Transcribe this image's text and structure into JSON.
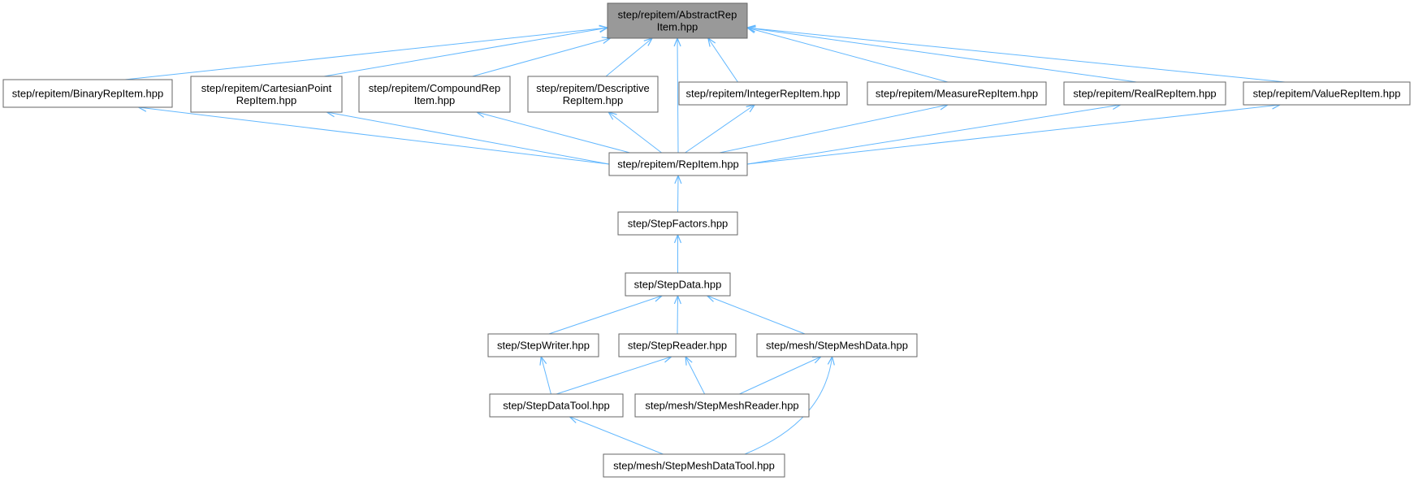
{
  "nodes": [
    {
      "id": "abstract",
      "lines": [
        "step/repitem/AbstractRep",
        "Item.hpp"
      ],
      "highlighted": true
    },
    {
      "id": "binary",
      "lines": [
        "step/repitem/BinaryRepItem.hpp"
      ]
    },
    {
      "id": "cartesian",
      "lines": [
        "step/repitem/CartesianPoint",
        "RepItem.hpp"
      ]
    },
    {
      "id": "compound",
      "lines": [
        "step/repitem/CompoundRep",
        "Item.hpp"
      ]
    },
    {
      "id": "descriptive",
      "lines": [
        "step/repitem/Descriptive",
        "RepItem.hpp"
      ]
    },
    {
      "id": "integer",
      "lines": [
        "step/repitem/IntegerRepItem.hpp"
      ]
    },
    {
      "id": "measure",
      "lines": [
        "step/repitem/MeasureRepItem.hpp"
      ]
    },
    {
      "id": "real",
      "lines": [
        "step/repitem/RealRepItem.hpp"
      ]
    },
    {
      "id": "value",
      "lines": [
        "step/repitem/ValueRepItem.hpp"
      ]
    },
    {
      "id": "repitem",
      "lines": [
        "step/repitem/RepItem.hpp"
      ]
    },
    {
      "id": "factors",
      "lines": [
        "step/StepFactors.hpp"
      ]
    },
    {
      "id": "stepdata",
      "lines": [
        "step/StepData.hpp"
      ]
    },
    {
      "id": "writer",
      "lines": [
        "step/StepWriter.hpp"
      ]
    },
    {
      "id": "reader",
      "lines": [
        "step/StepReader.hpp"
      ]
    },
    {
      "id": "meshdata",
      "lines": [
        "step/mesh/StepMeshData.hpp"
      ]
    },
    {
      "id": "datatool",
      "lines": [
        "step/StepDataTool.hpp"
      ]
    },
    {
      "id": "meshreader",
      "lines": [
        "step/mesh/StepMeshReader.hpp"
      ]
    },
    {
      "id": "meshdatatool",
      "lines": [
        "step/mesh/StepMeshDataTool.hpp"
      ]
    }
  ],
  "edges": [
    {
      "from": "binary",
      "to": "abstract"
    },
    {
      "from": "cartesian",
      "to": "abstract"
    },
    {
      "from": "compound",
      "to": "abstract"
    },
    {
      "from": "descriptive",
      "to": "abstract"
    },
    {
      "from": "integer",
      "to": "abstract"
    },
    {
      "from": "measure",
      "to": "abstract"
    },
    {
      "from": "real",
      "to": "abstract"
    },
    {
      "from": "value",
      "to": "abstract"
    },
    {
      "from": "repitem",
      "to": "abstract"
    },
    {
      "from": "repitem",
      "to": "binary"
    },
    {
      "from": "repitem",
      "to": "cartesian"
    },
    {
      "from": "repitem",
      "to": "compound"
    },
    {
      "from": "repitem",
      "to": "descriptive"
    },
    {
      "from": "repitem",
      "to": "integer"
    },
    {
      "from": "repitem",
      "to": "measure"
    },
    {
      "from": "repitem",
      "to": "real"
    },
    {
      "from": "repitem",
      "to": "value"
    },
    {
      "from": "factors",
      "to": "repitem"
    },
    {
      "from": "stepdata",
      "to": "factors"
    },
    {
      "from": "writer",
      "to": "stepdata"
    },
    {
      "from": "reader",
      "to": "stepdata"
    },
    {
      "from": "meshdata",
      "to": "stepdata"
    },
    {
      "from": "datatool",
      "to": "writer"
    },
    {
      "from": "datatool",
      "to": "reader"
    },
    {
      "from": "meshreader",
      "to": "reader"
    },
    {
      "from": "meshreader",
      "to": "meshdata"
    },
    {
      "from": "meshdatatool",
      "to": "datatool"
    },
    {
      "from": "meshdatatool",
      "to": "meshdata"
    }
  ],
  "colors": {
    "edge": "#63b8ff",
    "node_border": "#666666",
    "node_fill": "#ffffff",
    "highlight_fill": "#999999",
    "highlight_border": "#666666",
    "text": "#000000"
  }
}
